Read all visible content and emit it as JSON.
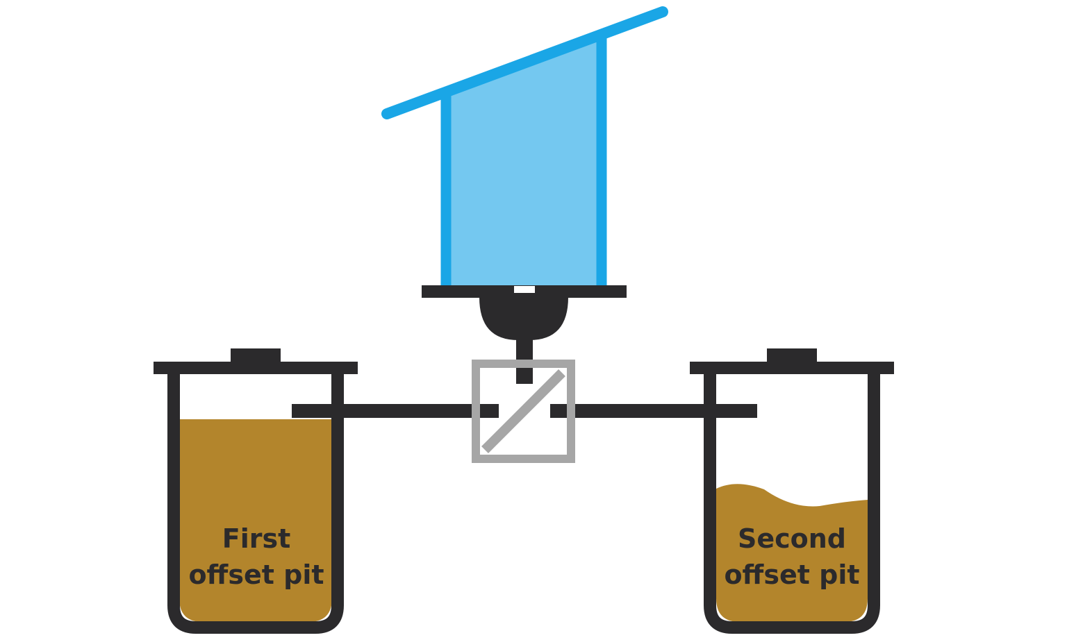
{
  "pits": [
    {
      "label_line1": "First",
      "label_line2": "offset pit",
      "fill_level": "high"
    },
    {
      "label_line1": "Second",
      "label_line2": "offset pit",
      "fill_level": "low"
    }
  ],
  "colors": {
    "outline": "#2b2a2c",
    "sludge": "#b3852c",
    "superstructure_fill": "#74c8f0",
    "superstructure_stroke": "#1aa6e6",
    "junction": "#a6a6a6",
    "background": "#ffffff"
  }
}
